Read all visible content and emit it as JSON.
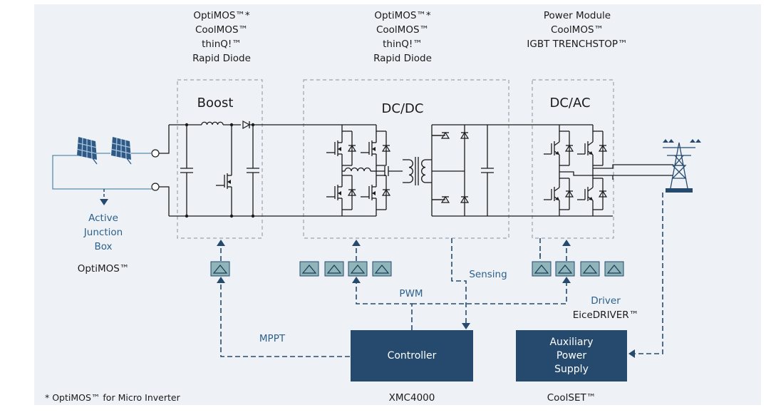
{
  "colors": {
    "background": "#eef2f6",
    "line": "#1a1a1a",
    "dashed_box": "#9aa3ab",
    "signal": "#264a6e",
    "driver_fill": "#8fb4ba",
    "label_blue": "#2c5f8a",
    "box_fill": "#264a6e"
  },
  "sections": {
    "boost": {
      "title": "Boost",
      "components": [
        "OptiMOS™*",
        "CoolMOS™",
        "thinQ!™",
        "Rapid Diode"
      ]
    },
    "dcdc": {
      "title": "DC/DC",
      "components": [
        "OptiMOS™*",
        "CoolMOS™",
        "thinQ!™",
        "Rapid Diode"
      ]
    },
    "dcac": {
      "title": "DC/AC",
      "components": [
        "Power Module",
        "CoolMOS™",
        "IGBT TRENCHSTOP™"
      ]
    }
  },
  "junction_box": {
    "lines": [
      "Active",
      "Junction",
      "Box"
    ],
    "product": "OptiMOS™"
  },
  "signals": {
    "mppt": "MPPT",
    "pwm": "PWM",
    "sensing": "Sensing"
  },
  "driver": {
    "label": "Driver",
    "product": "EiceDRIVER™"
  },
  "controller": {
    "label": "Controller",
    "product": "XMC4000"
  },
  "aux_supply": {
    "lines": [
      "Auxiliary",
      "Power",
      "Supply"
    ],
    "product": "CoolSET™"
  },
  "footnote": "* OptiMOS™ for Micro Inverter",
  "icons": [
    "solar-panel-icon",
    "power-pylon-icon",
    "driver-triangle-icon",
    "mosfet-symbol",
    "igbt-symbol",
    "diode-symbol",
    "inductor-symbol",
    "capacitor-symbol",
    "transformer-symbol",
    "arrowhead-icon"
  ]
}
